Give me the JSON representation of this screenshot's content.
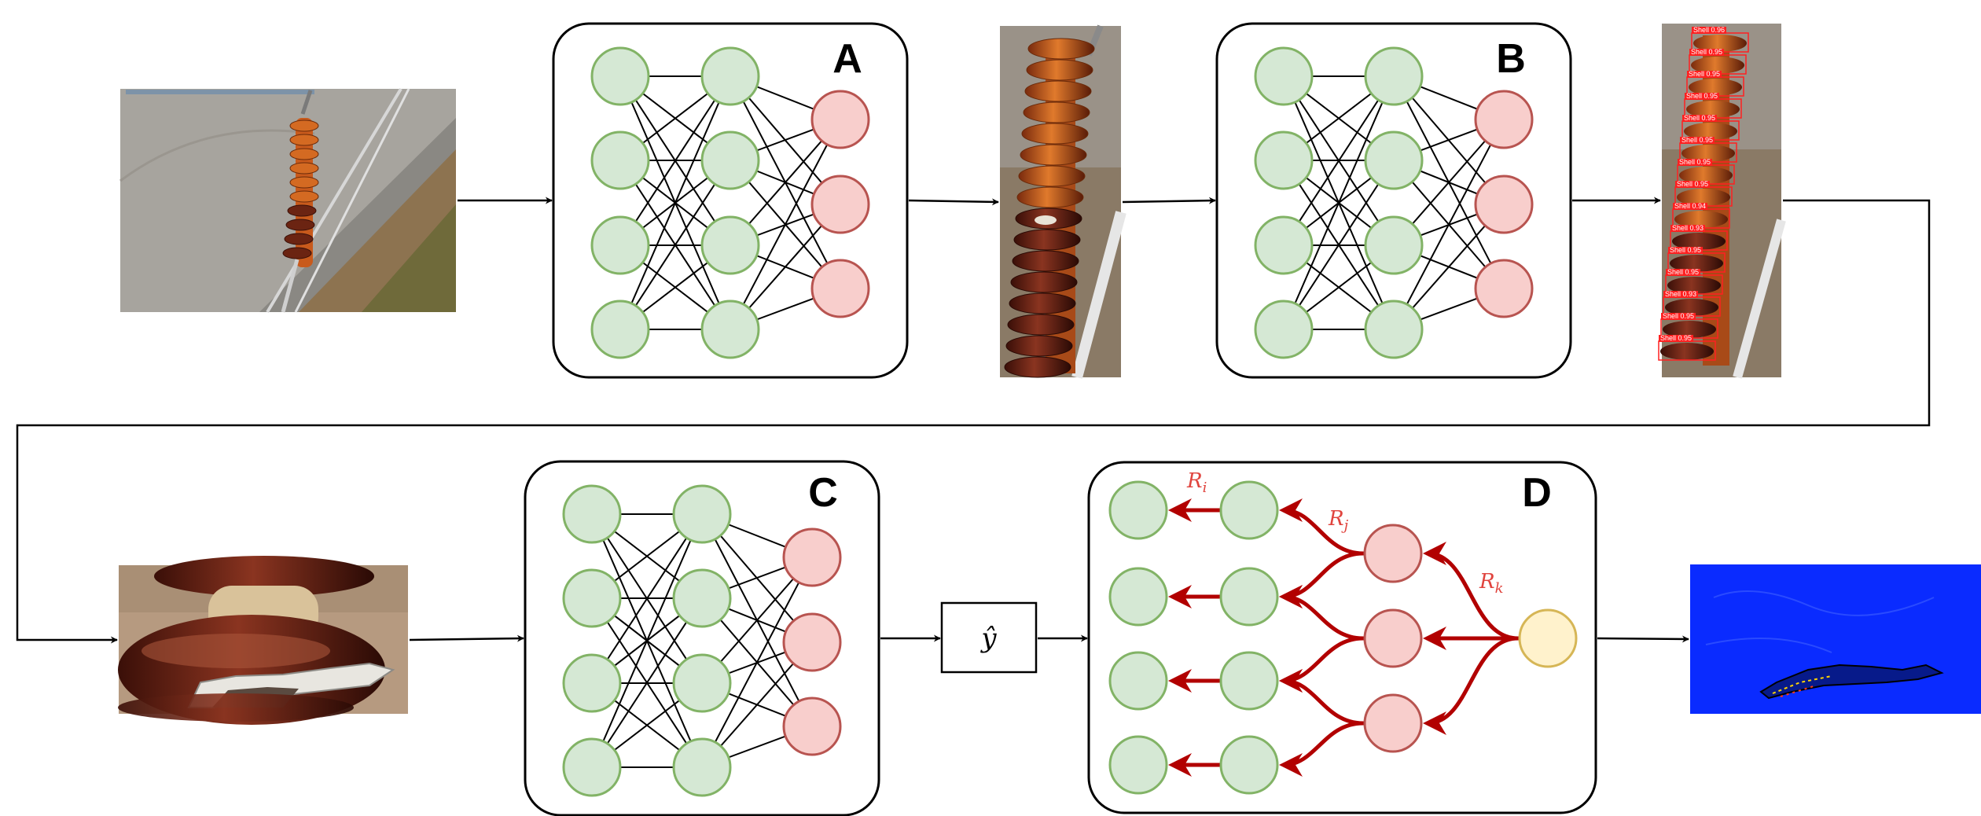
{
  "pipeline": {
    "stage_a": {
      "letter": "A"
    },
    "stage_b": {
      "letter": "B"
    },
    "stage_c": {
      "letter": "C"
    },
    "stage_d": {
      "letter": "D"
    },
    "prediction": {
      "symbol": "ŷ"
    },
    "relevance": {
      "r_i": "R",
      "r_i_sub": "i",
      "r_j": "R",
      "r_j_sub": "j",
      "r_k": "R",
      "r_k_sub": "k"
    },
    "detections": [
      "Shell 0.96",
      "Shell 0.95",
      "Shell 0.95",
      "Shell 0.95",
      "Shell 0.95",
      "Shell 0.95",
      "Shell 0.95",
      "Shell 0.95",
      "Shell 0.94",
      "Shell 0.93",
      "Shell 0.95",
      "Shell 0.95",
      "Shell 0.93",
      "Shell 0.95",
      "Shell 0.95"
    ]
  },
  "colors": {
    "input_node_fill": "#d5e8d4",
    "input_node_stroke": "#82b366",
    "output_node_fill": "#f8cecc",
    "output_node_stroke": "#b85450",
    "source_node_fill": "#fff2cc",
    "source_node_stroke": "#d6b656",
    "relevance_arrow": "#b20000",
    "detection_box": "#ff2020",
    "heatmap_bg": "#0a2bff"
  }
}
